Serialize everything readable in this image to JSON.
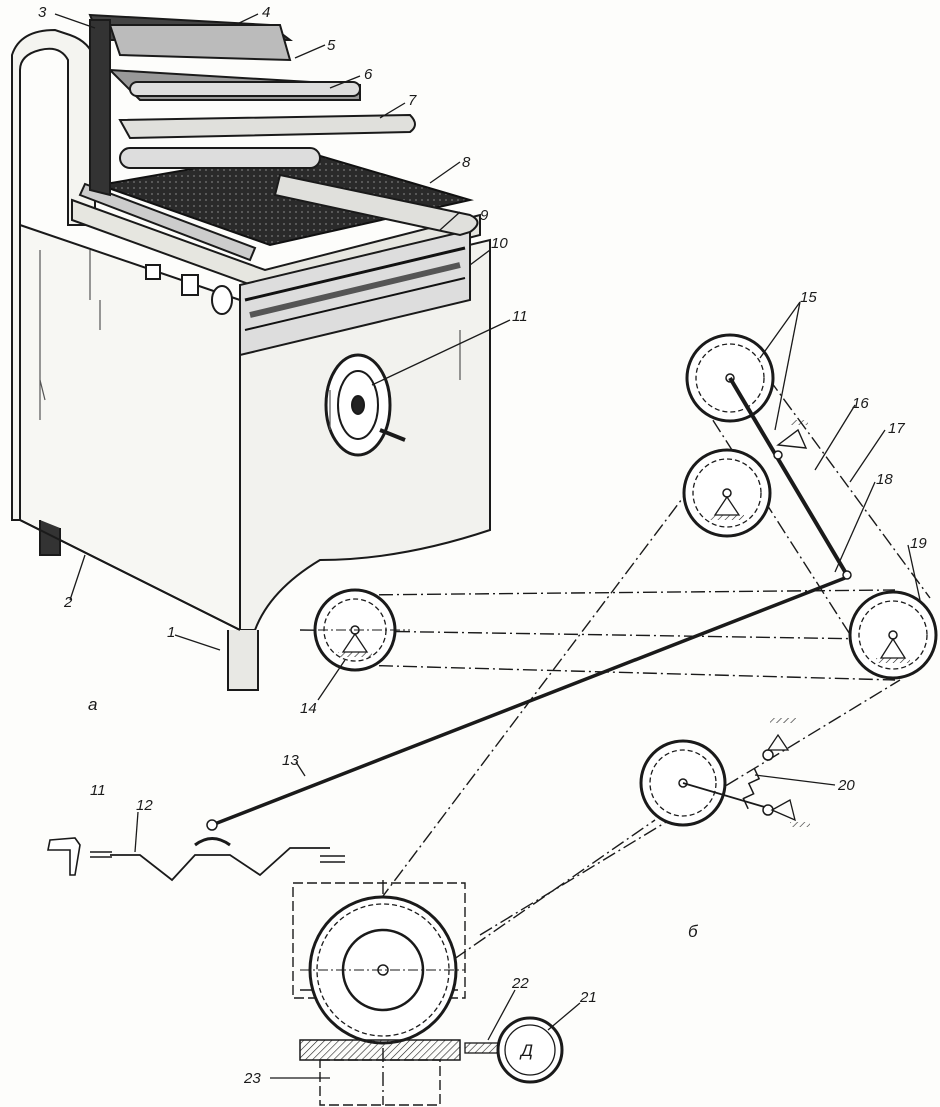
{
  "diagram": {
    "part_labels": {
      "a": "а",
      "b": "б"
    },
    "callouts": {
      "c1": "1",
      "c2": "2",
      "c3": "3",
      "c4": "4",
      "c5": "5",
      "c6": "6",
      "c7": "7",
      "c8": "8",
      "c9": "9",
      "c10": "10",
      "c11a": "11",
      "c11b": "11",
      "c12": "12",
      "c13": "13",
      "c14": "14",
      "c15": "15",
      "c16": "16",
      "c17": "17",
      "c18": "18",
      "c19": "19",
      "c20": "20",
      "c21": "21",
      "c22": "22",
      "c23": "23"
    },
    "motor_letter": "Д"
  }
}
